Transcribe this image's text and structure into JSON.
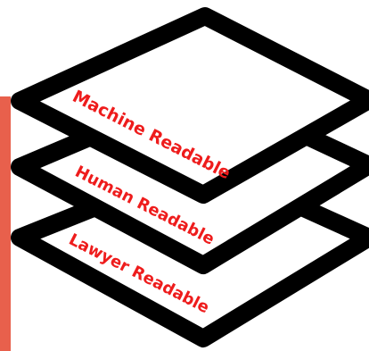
{
  "colors": {
    "outline": "#000000",
    "fill": "#ffffff",
    "label": "#ee1c1c",
    "side_bar": "#e8604c"
  },
  "layers": [
    {
      "label": "Machine Readable"
    },
    {
      "label": "Human Readable"
    },
    {
      "label": "Lawyer Readable"
    }
  ]
}
